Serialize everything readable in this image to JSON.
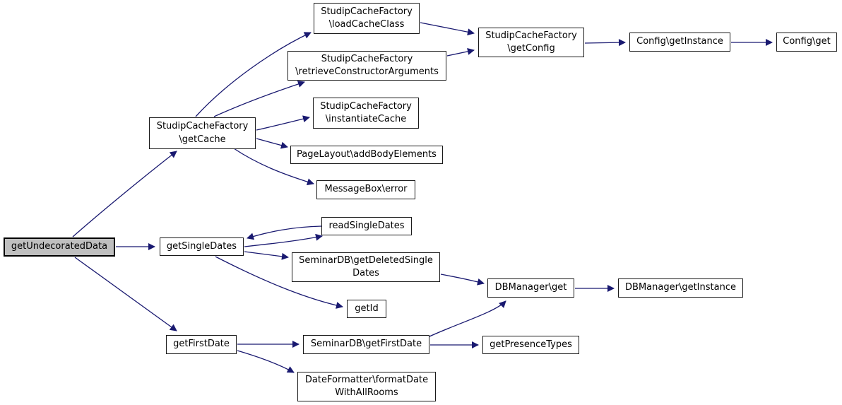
{
  "diagram": {
    "type": "call-graph",
    "colors": {
      "background": "#ffffff",
      "edge": "#191970",
      "node_border": "#1a1a1a",
      "node_fill": "#ffffff",
      "root_node_fill": "#bfbfbf"
    },
    "nodes": [
      {
        "id": "getUndecoratedData",
        "label": "getUndecoratedData",
        "root": true
      },
      {
        "id": "getCache",
        "label": "StudipCacheFactory\n\\getCache"
      },
      {
        "id": "loadCacheClass",
        "label": "StudipCacheFactory\n\\loadCacheClass"
      },
      {
        "id": "retrieveConstructorArguments",
        "label": "StudipCacheFactory\n\\retrieveConstructorArguments"
      },
      {
        "id": "getConfig",
        "label": "StudipCacheFactory\n\\getConfig"
      },
      {
        "id": "configGetInstance",
        "label": "Config\\getInstance"
      },
      {
        "id": "configGet",
        "label": "Config\\get"
      },
      {
        "id": "instantiateCache",
        "label": "StudipCacheFactory\n\\instantiateCache"
      },
      {
        "id": "addBodyElements",
        "label": "PageLayout\\addBodyElements"
      },
      {
        "id": "messageBoxError",
        "label": "MessageBox\\error"
      },
      {
        "id": "getSingleDates",
        "label": "getSingleDates"
      },
      {
        "id": "readSingleDates",
        "label": "readSingleDates"
      },
      {
        "id": "getDeletedSingleDates",
        "label": "SeminarDB\\getDeletedSingle\nDates"
      },
      {
        "id": "getId",
        "label": "getId"
      },
      {
        "id": "getFirstDate",
        "label": "getFirstDate"
      },
      {
        "id": "seminarGetFirstDate",
        "label": "SeminarDB\\getFirstDate"
      },
      {
        "id": "getPresenceTypes",
        "label": "getPresenceTypes"
      },
      {
        "id": "dateFormatterFormatDateWithAllRooms",
        "label": "DateFormatter\\formatDate\nWithAllRooms"
      },
      {
        "id": "dbManagerGet",
        "label": "DBManager\\get"
      },
      {
        "id": "dbManagerGetInstance",
        "label": "DBManager\\getInstance"
      }
    ],
    "edges": [
      {
        "from": "getUndecoratedData",
        "to": "getCache"
      },
      {
        "from": "getUndecoratedData",
        "to": "getSingleDates"
      },
      {
        "from": "getUndecoratedData",
        "to": "getFirstDate"
      },
      {
        "from": "getCache",
        "to": "loadCacheClass"
      },
      {
        "from": "getCache",
        "to": "retrieveConstructorArguments"
      },
      {
        "from": "getCache",
        "to": "instantiateCache"
      },
      {
        "from": "getCache",
        "to": "addBodyElements"
      },
      {
        "from": "getCache",
        "to": "messageBoxError"
      },
      {
        "from": "loadCacheClass",
        "to": "getConfig"
      },
      {
        "from": "retrieveConstructorArguments",
        "to": "getConfig"
      },
      {
        "from": "getConfig",
        "to": "configGetInstance"
      },
      {
        "from": "configGetInstance",
        "to": "configGet"
      },
      {
        "from": "getSingleDates",
        "to": "readSingleDates"
      },
      {
        "from": "readSingleDates",
        "to": "getSingleDates"
      },
      {
        "from": "getSingleDates",
        "to": "getDeletedSingleDates"
      },
      {
        "from": "getSingleDates",
        "to": "getId"
      },
      {
        "from": "getDeletedSingleDates",
        "to": "dbManagerGet"
      },
      {
        "from": "getFirstDate",
        "to": "seminarGetFirstDate"
      },
      {
        "from": "getFirstDate",
        "to": "dateFormatterFormatDateWithAllRooms"
      },
      {
        "from": "seminarGetFirstDate",
        "to": "dbManagerGet"
      },
      {
        "from": "seminarGetFirstDate",
        "to": "getPresenceTypes"
      },
      {
        "from": "dbManagerGet",
        "to": "dbManagerGetInstance"
      }
    ]
  }
}
